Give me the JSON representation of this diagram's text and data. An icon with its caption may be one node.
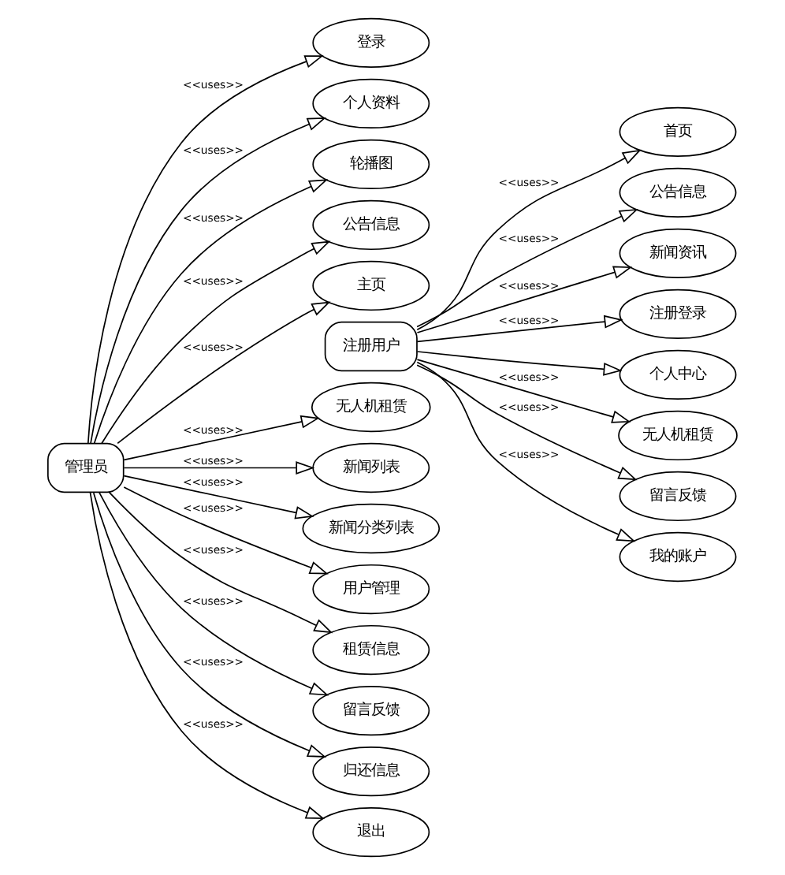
{
  "diagram": {
    "nodes": [
      {
        "text": [
          "管理员"
        ]
      },
      {
        "text": [
          "登录"
        ]
      },
      {
        "text": [
          "主页"
        ]
      },
      {
        "text": [
          "个人资料"
        ]
      },
      {
        "text": [
          "轮播图"
        ]
      },
      {
        "text": [
          "公告信息"
        ]
      },
      {
        "text": [
          "新闻列表"
        ]
      },
      {
        "text": [
          "新闻分类列表"
        ]
      },
      {
        "text": [
          "用户管理"
        ]
      },
      {
        "text": [
          "无人机租赁"
        ]
      },
      {
        "text": [
          "租赁信息"
        ]
      },
      {
        "text": [
          "留言反馈"
        ]
      },
      {
        "text": [
          "归还信息"
        ]
      },
      {
        "text": [
          "退出"
        ]
      },
      {
        "text": [
          "注册用户"
        ]
      },
      {
        "text": [
          "注册登录"
        ]
      },
      {
        "text": [
          "首页"
        ]
      },
      {
        "text": [
          "公告信息"
        ]
      },
      {
        "text": [
          "新闻资讯"
        ]
      },
      {
        "text": [
          "无人机租赁"
        ]
      },
      {
        "text": [
          "留言反馈"
        ]
      },
      {
        "text": [
          "我的账户"
        ]
      },
      {
        "text": [
          "个人中心"
        ]
      }
    ],
    "edges": [
      {
        "from": 0,
        "to": 1,
        "arrow": "to",
        "label": "<<uses>>"
      },
      {
        "from": 0,
        "to": 2,
        "arrow": "to",
        "label": "<<uses>>"
      },
      {
        "from": 0,
        "to": 3,
        "arrow": "to",
        "label": "<<uses>>"
      },
      {
        "from": 0,
        "to": 4,
        "arrow": "to",
        "label": "<<uses>>"
      },
      {
        "from": 0,
        "to": 5,
        "arrow": "to",
        "label": "<<uses>>"
      },
      {
        "from": 0,
        "to": 6,
        "arrow": "to",
        "label": "<<uses>>"
      },
      {
        "from": 0,
        "to": 7,
        "arrow": "to",
        "label": "<<uses>>"
      },
      {
        "from": 0,
        "to": 8,
        "arrow": "to",
        "label": "<<uses>>"
      },
      {
        "from": 0,
        "to": 9,
        "arrow": "to",
        "label": "<<uses>>"
      },
      {
        "from": 0,
        "to": 10,
        "arrow": "to",
        "label": "<<uses>>"
      },
      {
        "from": 0,
        "to": 11,
        "arrow": "to",
        "label": "<<uses>>"
      },
      {
        "from": 0,
        "to": 12,
        "arrow": "to",
        "label": "<<uses>>"
      },
      {
        "from": 0,
        "to": 13,
        "arrow": "to",
        "label": "<<uses>>"
      },
      {
        "from": 14,
        "to": 15,
        "arrow": "to",
        "label": "<<uses>>"
      },
      {
        "from": 14,
        "to": 16,
        "arrow": "to",
        "label": "<<uses>>"
      },
      {
        "from": 14,
        "to": 17,
        "arrow": "to",
        "label": "<<uses>>"
      },
      {
        "from": 14,
        "to": 18,
        "arrow": "to",
        "label": "<<uses>>"
      },
      {
        "from": 14,
        "to": 19,
        "arrow": "to",
        "label": "<<uses>>"
      },
      {
        "from": 14,
        "to": 20,
        "arrow": "to",
        "label": "<<uses>>"
      },
      {
        "from": 14,
        "to": 21,
        "arrow": "to",
        "label": "<<uses>>"
      },
      {
        "from": 14,
        "to": 22,
        "arrow": "to"
      }
    ]
  }
}
